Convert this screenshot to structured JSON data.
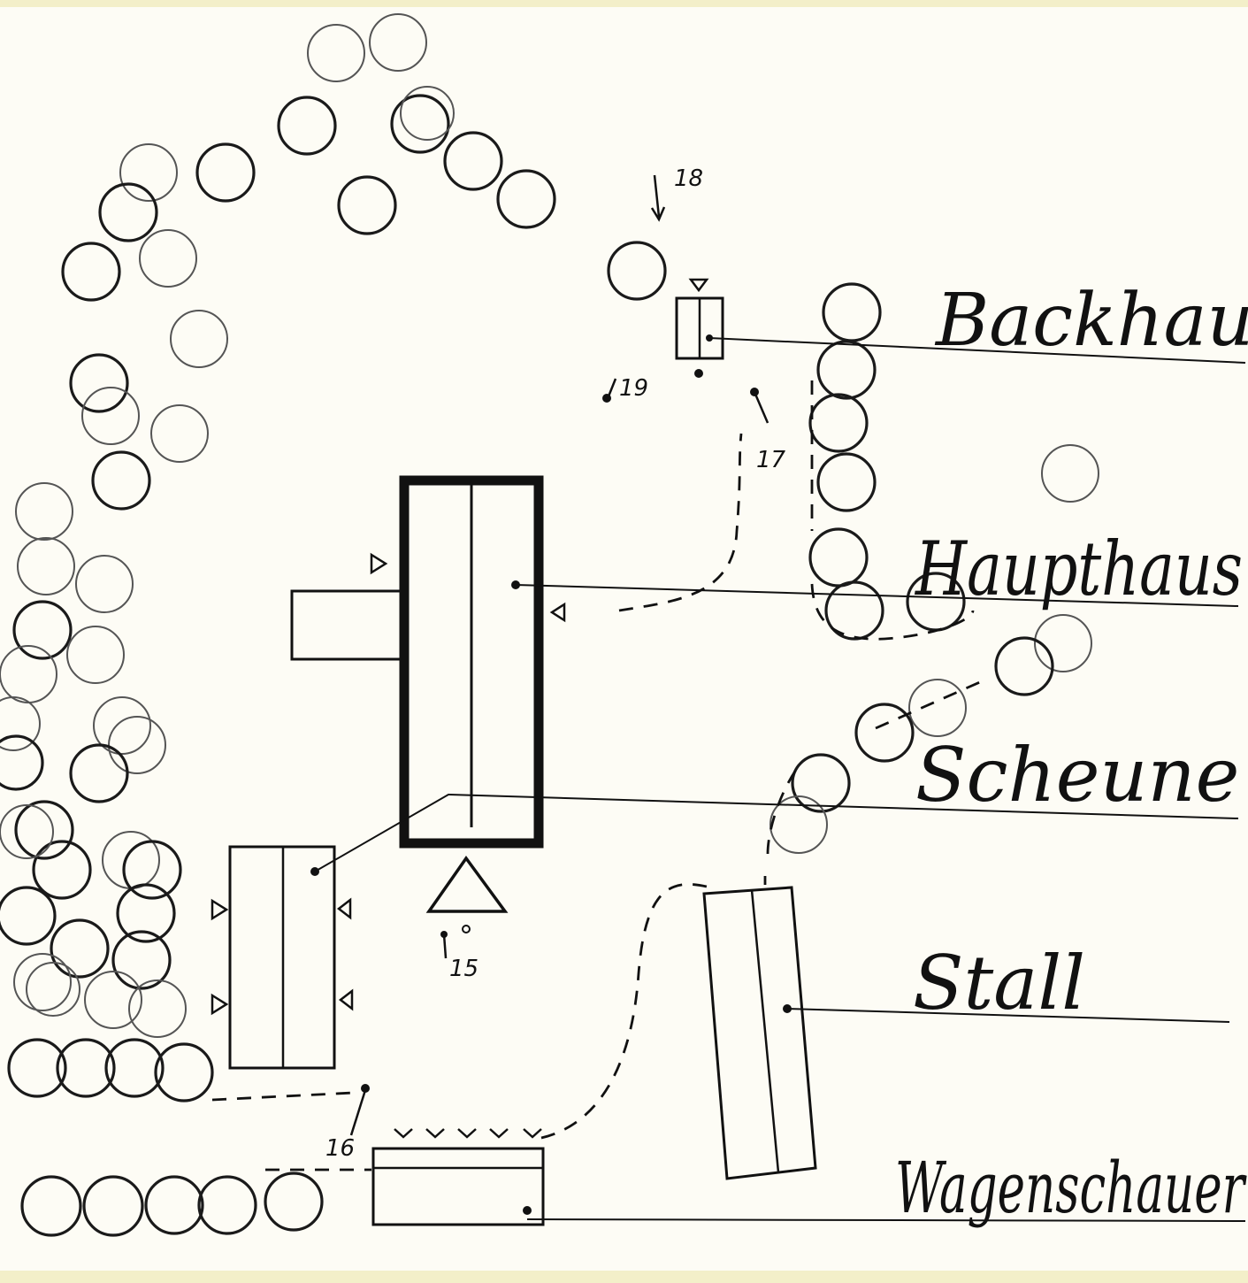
{
  "labels": {
    "backhaus": "Backhaus",
    "haupthaus": "Haupthaus",
    "scheune": "Scheune",
    "stall": "Stall",
    "wagenschauer": "Wagenschauer"
  },
  "markers": {
    "m15": "15",
    "m16": "16",
    "m17": "17",
    "m18": "18",
    "m19": "19"
  }
}
